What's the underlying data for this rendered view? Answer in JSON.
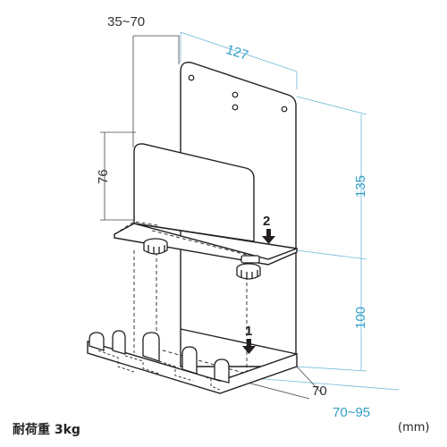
{
  "dimensions": {
    "clamp_range": "35~70",
    "back_width": "127",
    "total_height": "135",
    "lower_height": "100",
    "front_height": "76",
    "base_depth": "70",
    "base_range": "70~95"
  },
  "steps": {
    "step1": "1",
    "step2": "2"
  },
  "footer": {
    "spec": "耐荷重 3kg",
    "unit": "(mm)"
  },
  "colors": {
    "line": "#231f20",
    "dimension": "#2f9fc7",
    "dim_text_dark": "#333333"
  }
}
